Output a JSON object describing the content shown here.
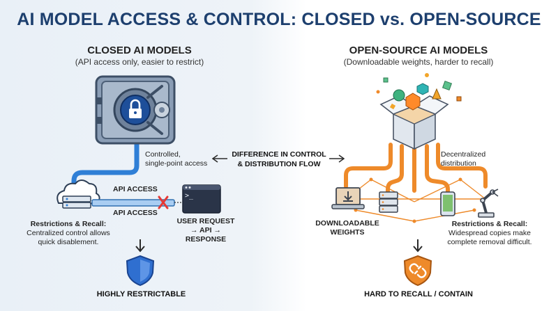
{
  "title": "AI MODEL ACCESS & CONTROL: CLOSED vs. OPEN-SOURCE",
  "closed": {
    "title": "CLOSED AI MODELS",
    "subtitle": "(API access only, easier to restrict)",
    "controlled_note_line1": "Controlled,",
    "controlled_note_line2": "single-point access",
    "api_access_top": "API ACCESS",
    "api_access_bottom": "API ACCESS",
    "restrictions_title": "Restrictions & Recall:",
    "restrictions_line1": "Centralized control allows",
    "restrictions_line2": "quick disablement.",
    "user_request_line1": "USER REQUEST",
    "user_request_line2": "→ API →",
    "user_request_line3": "RESPONSE",
    "terminal_prompt": ">_",
    "bottom_label": "HIGHLY RESTRICTABLE"
  },
  "middle": {
    "line1": "DIFFERENCE IN CONTROL",
    "line2": "& DISTRIBUTION FLOW"
  },
  "open": {
    "title": "OPEN-SOURCE AI MODELS",
    "subtitle": "(Downloadable weights, harder to recall)",
    "decentralized_line1": "Decentralized",
    "decentralized_line2": "distribution",
    "downloadable_line1": "DOWNLOADABLE",
    "downloadable_line2": "WEIGHTS",
    "restrictions_title": "Restrictions & Recall:",
    "restrictions_line1": "Widespread copies make",
    "restrictions_line2": "complete removal difficult.",
    "bottom_label": "HARD TO RECALL / CONTAIN"
  },
  "colors": {
    "closed_accent": "#2f7fd6",
    "open_accent": "#ee8a2a",
    "title": "#1d3f6e",
    "shield_blue": "#2f6fd0",
    "shield_orange": "#ee8a2a",
    "blocked_red": "#e53935"
  }
}
